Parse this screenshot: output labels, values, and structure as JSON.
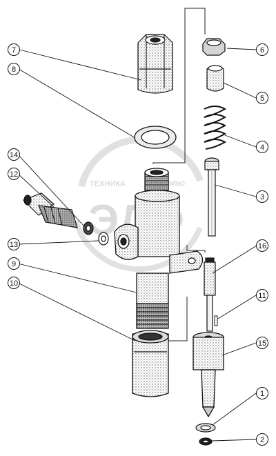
{
  "watermark": {
    "top_text": "ТЕХНИКА",
    "top_text2": "ФЛЮ",
    "logo_text": "ЭДФ"
  },
  "callouts": [
    {
      "id": "c7",
      "label": "7"
    },
    {
      "id": "c8",
      "label": "8"
    },
    {
      "id": "c14",
      "label": "14"
    },
    {
      "id": "c12",
      "label": "12"
    },
    {
      "id": "c13",
      "label": "13"
    },
    {
      "id": "c9",
      "label": "9"
    },
    {
      "id": "c10",
      "label": "10"
    },
    {
      "id": "c6",
      "label": "6"
    },
    {
      "id": "c5",
      "label": "5"
    },
    {
      "id": "c4",
      "label": "4"
    },
    {
      "id": "c3",
      "label": "3"
    },
    {
      "id": "c16",
      "label": "16"
    },
    {
      "id": "c11",
      "label": "11"
    },
    {
      "id": "c15",
      "label": "15"
    },
    {
      "id": "c1",
      "label": "1"
    },
    {
      "id": "c2",
      "label": "2"
    }
  ]
}
